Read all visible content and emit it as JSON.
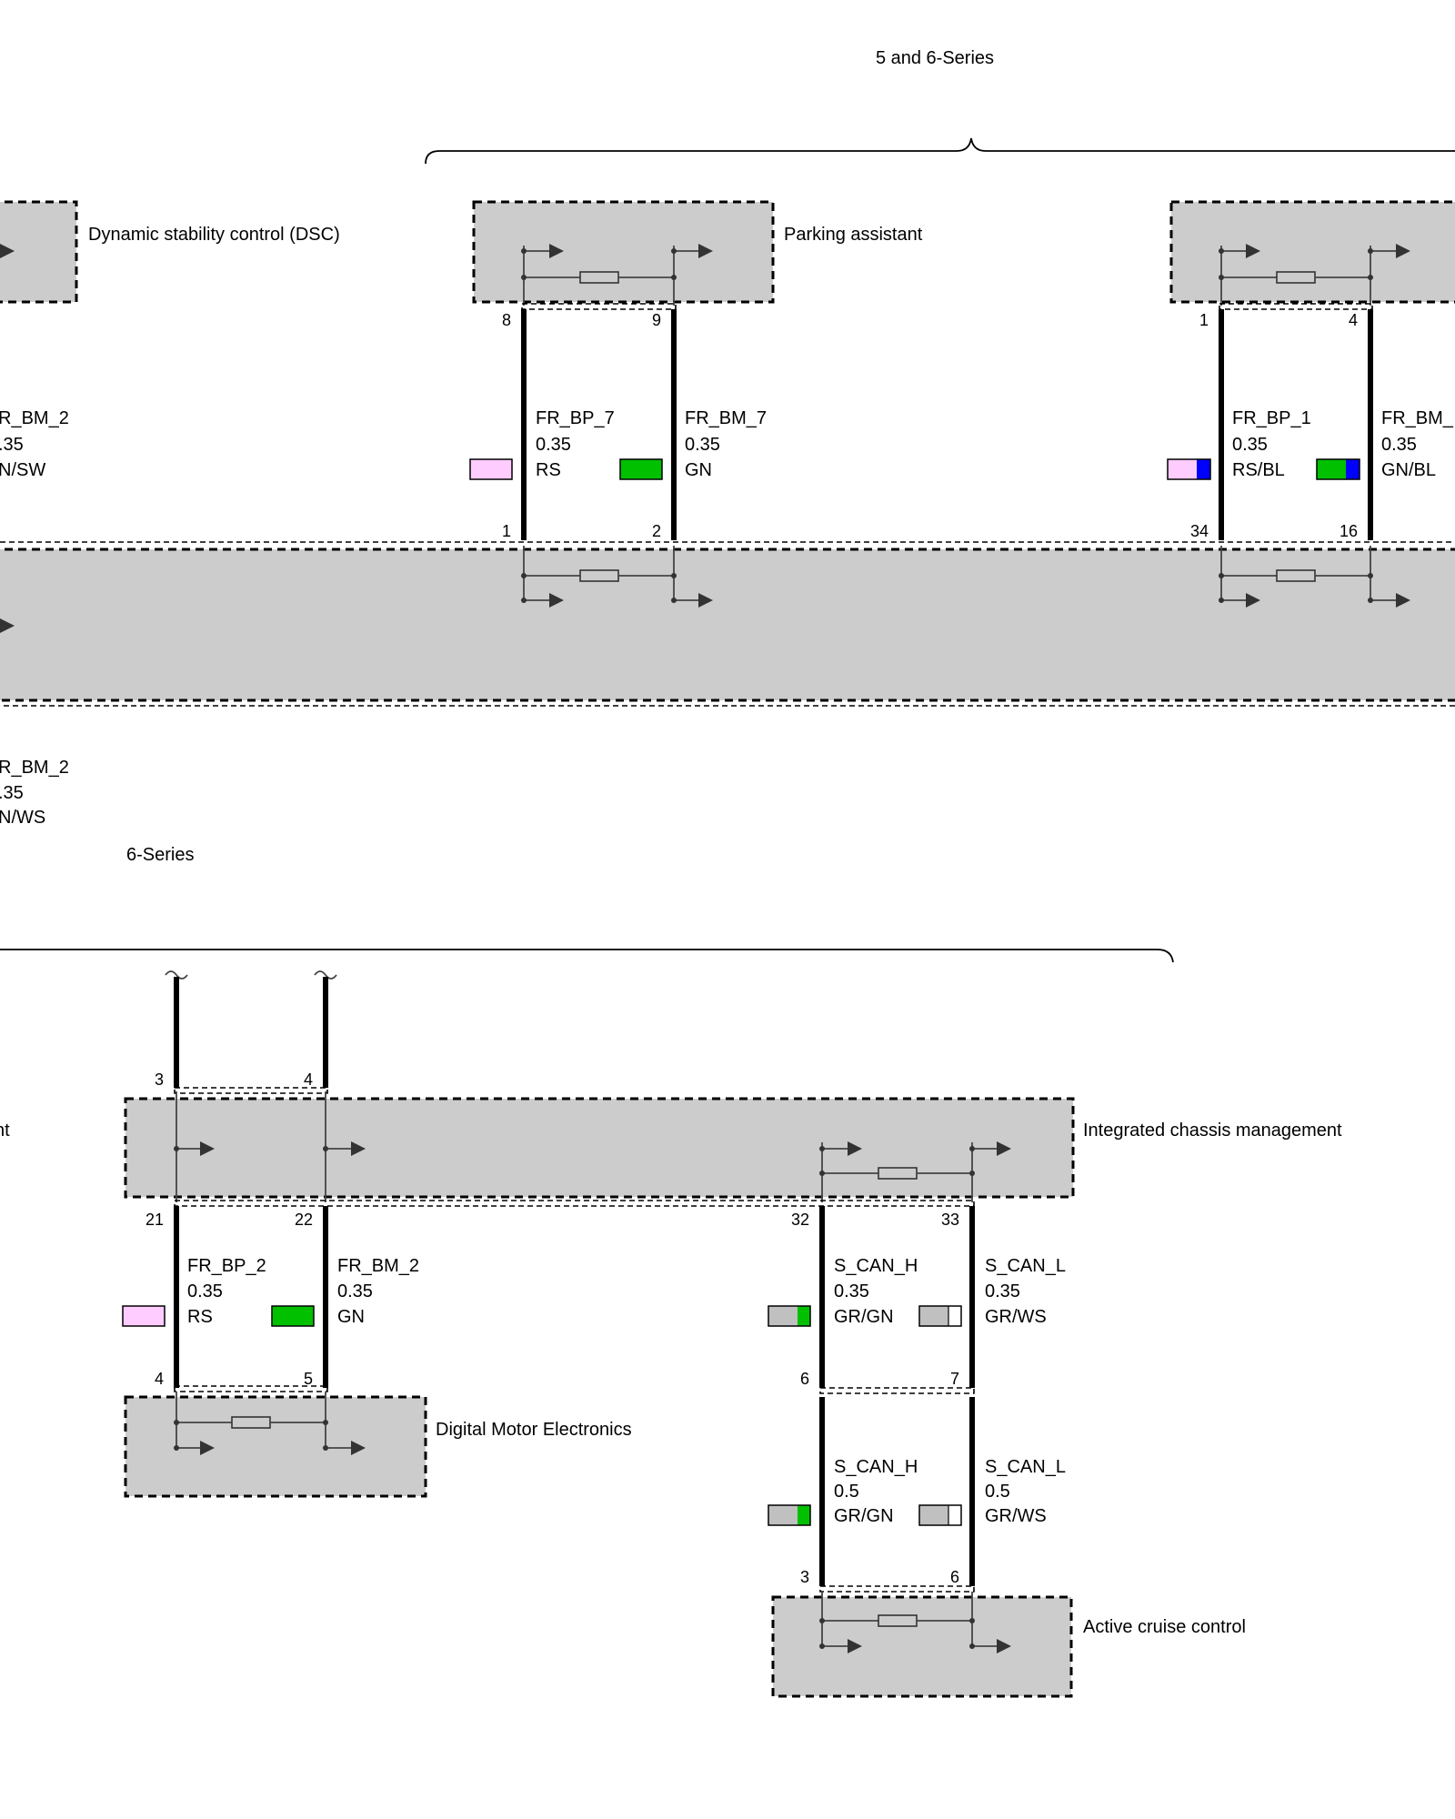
{
  "groups": {
    "top": "5 and 6-Series",
    "bottom": "6-Series"
  },
  "modules": {
    "dsc": "Dynamic stability control (DSC)",
    "parking": "Parking assistant",
    "icm": "Integrated chassis management",
    "icm_left_fragment": "nt",
    "dme": "Digital Motor Electronics",
    "acc": "Active cruise control"
  },
  "colors": {
    "RS": "#ffccff",
    "GN": "#00c000",
    "BL": "#0000ff",
    "GR": "#c0c0c0",
    "WS": "#ffffff",
    "module_fill": "#cccccc"
  },
  "wires": {
    "left_upper": {
      "name": "R_BM_2",
      "size": ".35",
      "color": "N/SW"
    },
    "left_lower": {
      "name": "R_BM_2",
      "size": ".35",
      "color": "N/WS"
    },
    "p_bp7": {
      "name": "FR_BP_7",
      "size": "0.35",
      "color": "RS"
    },
    "p_bm7": {
      "name": "FR_BM_7",
      "size": "0.35",
      "color": "GN"
    },
    "r_bp1": {
      "name": "FR_BP_1",
      "size": "0.35",
      "color": "RS/BL"
    },
    "r_bm": {
      "name": "FR_BM_",
      "size": "0.35",
      "color": "GN/BL"
    },
    "d_bp2": {
      "name": "FR_BP_2",
      "size": "0.35",
      "color": "RS"
    },
    "d_bm2": {
      "name": "FR_BM_2",
      "size": "0.35",
      "color": "GN"
    },
    "can_h1": {
      "name": "S_CAN_H",
      "size": "0.35",
      "color": "GR/GN"
    },
    "can_l1": {
      "name": "S_CAN_L",
      "size": "0.35",
      "color": "GR/WS"
    },
    "can_h2": {
      "name": "S_CAN_H",
      "size": "0.5",
      "color": "GR/GN"
    },
    "can_l2": {
      "name": "S_CAN_L",
      "size": "0.5",
      "color": "GR/WS"
    }
  },
  "pins": {
    "park_top_l": "8",
    "park_top_r": "9",
    "park_bot_l": "1",
    "park_bot_r": "2",
    "right_top_l": "1",
    "right_top_r": "4",
    "right_bot_l": "34",
    "right_bot_r": "16",
    "icm_top_l": "3",
    "icm_top_r": "4",
    "icm_bot_1": "21",
    "icm_bot_2": "22",
    "icm_bot_3": "32",
    "icm_bot_4": "33",
    "dme_l": "4",
    "dme_r": "5",
    "mid_l": "6",
    "mid_r": "7",
    "acc_l": "3",
    "acc_r": "6"
  }
}
